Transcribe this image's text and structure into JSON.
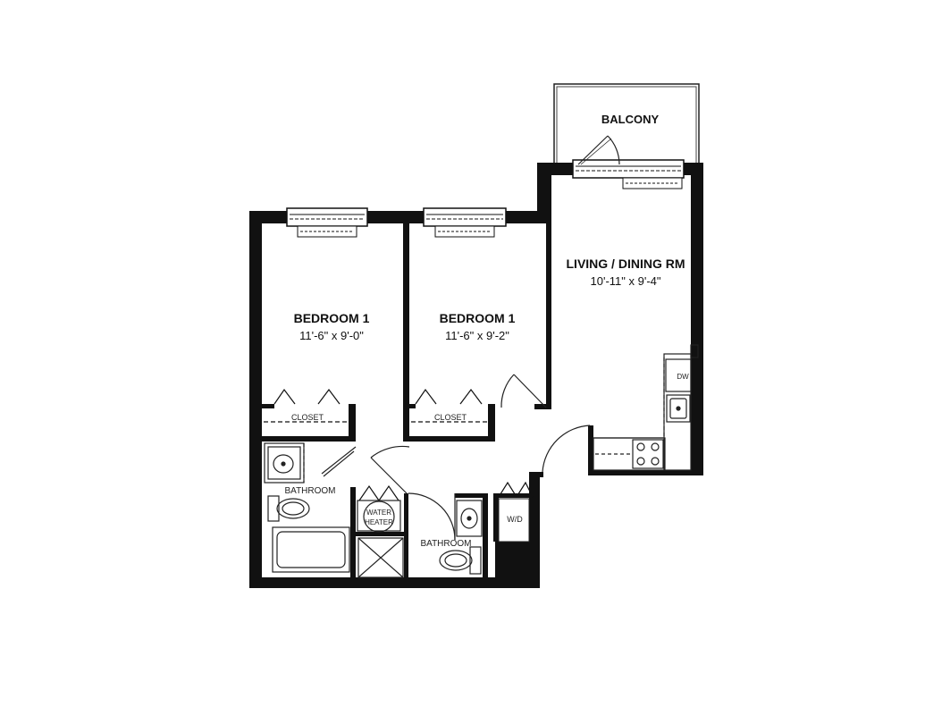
{
  "rooms": {
    "balcony": {
      "name": "BALCONY"
    },
    "living": {
      "name": "LIVING / DINING RM",
      "size": "10'-11\" x 9'-4\""
    },
    "bedroom_left": {
      "name": "BEDROOM 1",
      "size": "11'-6\" x 9'-0\""
    },
    "bedroom_right": {
      "name": "BEDROOM 1",
      "size": "11'-6\" x 9'-2\""
    },
    "closet_left": {
      "name": "CLOSET"
    },
    "closet_right": {
      "name": "CLOSET"
    },
    "bath_left": {
      "name": "BATHROOM"
    },
    "bath_right": {
      "name": "BATHROOM"
    },
    "water_heater": {
      "line1": "WATER",
      "line2": "HEATER"
    },
    "washer_dryer": {
      "name": "W/D"
    },
    "dishwasher": {
      "name": "DW"
    }
  }
}
